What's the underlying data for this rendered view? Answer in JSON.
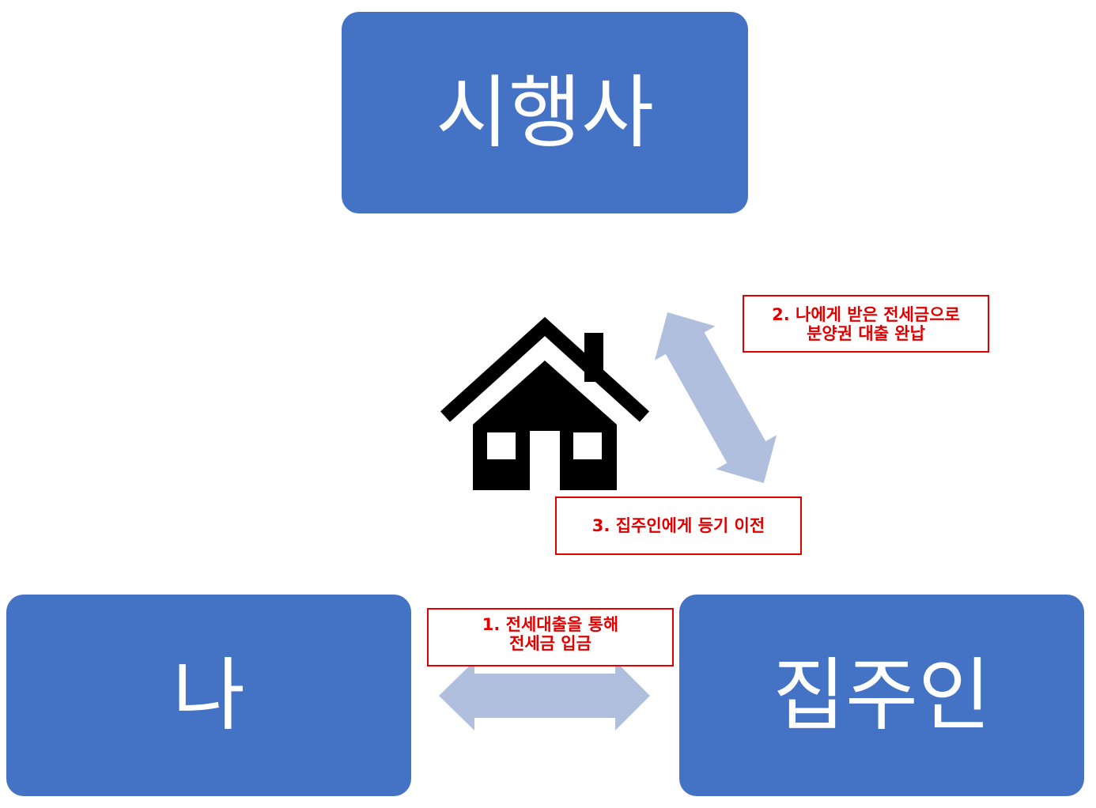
{
  "nodes": {
    "developer": "시행사",
    "me": "나",
    "landlord": "집주인"
  },
  "steps": {
    "step1": {
      "line1": "1. 전세대출을 통해",
      "line2": "전세금 입금"
    },
    "step2": {
      "line1": "2. 나에게 받은 전세금으로",
      "line2": "분양권 대출 완납"
    },
    "step3": {
      "line1": "3. 집주인에게 등기 이전"
    }
  },
  "icons": {
    "house": "house-icon"
  },
  "colors": {
    "node_fill": "#4472c4",
    "node_text": "#ffffff",
    "arrow_fill": "#b1bfde",
    "note_text": "#e00000",
    "note_border": "#e00000",
    "house": "#000000"
  }
}
